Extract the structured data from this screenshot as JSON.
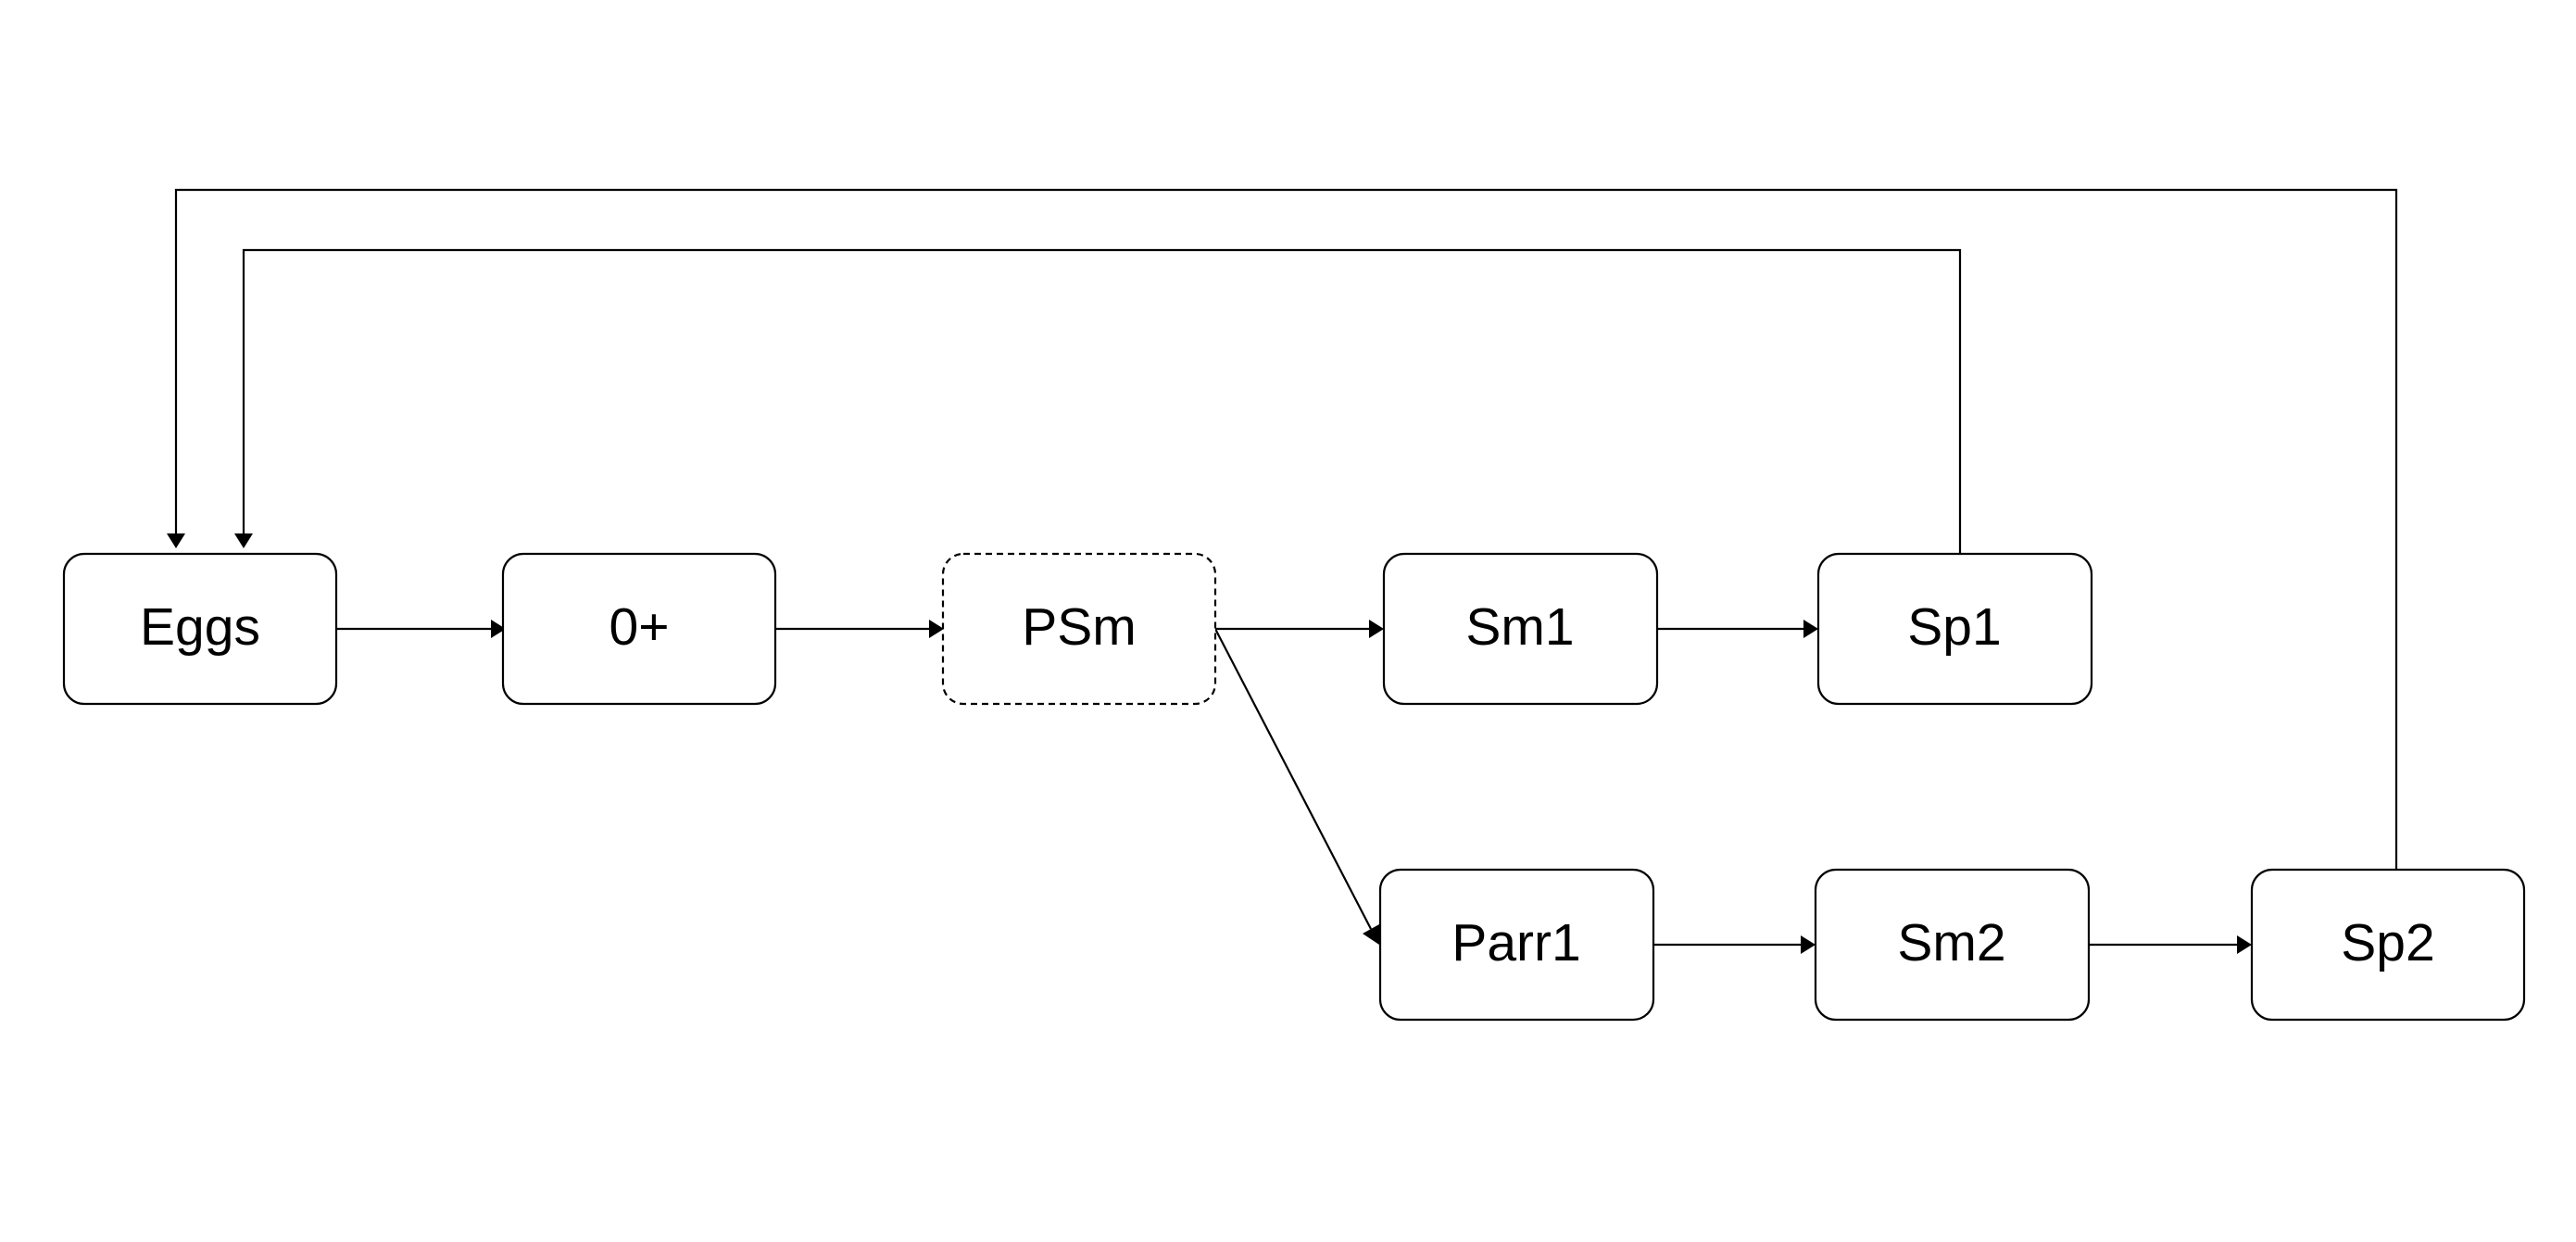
{
  "diagram": {
    "nodes": [
      {
        "id": "eggs",
        "label": "Eggs",
        "style": "solid"
      },
      {
        "id": "zero",
        "label": "0+",
        "style": "solid"
      },
      {
        "id": "psm",
        "label": "PSm",
        "style": "dashed"
      },
      {
        "id": "sm1",
        "label": "Sm1",
        "style": "solid"
      },
      {
        "id": "sp1",
        "label": "Sp1",
        "style": "solid"
      },
      {
        "id": "parr1",
        "label": "Parr1",
        "style": "solid"
      },
      {
        "id": "sm2",
        "label": "Sm2",
        "style": "solid"
      },
      {
        "id": "sp2",
        "label": "Sp2",
        "style": "solid"
      }
    ],
    "edges": [
      {
        "from": "eggs",
        "to": "zero"
      },
      {
        "from": "zero",
        "to": "psm"
      },
      {
        "from": "psm",
        "to": "sm1"
      },
      {
        "from": "sm1",
        "to": "sp1"
      },
      {
        "from": "psm",
        "to": "parr1"
      },
      {
        "from": "parr1",
        "to": "sm2"
      },
      {
        "from": "sm2",
        "to": "sp2"
      },
      {
        "from": "sp1",
        "to": "eggs"
      },
      {
        "from": "sp2",
        "to": "eggs"
      }
    ]
  }
}
